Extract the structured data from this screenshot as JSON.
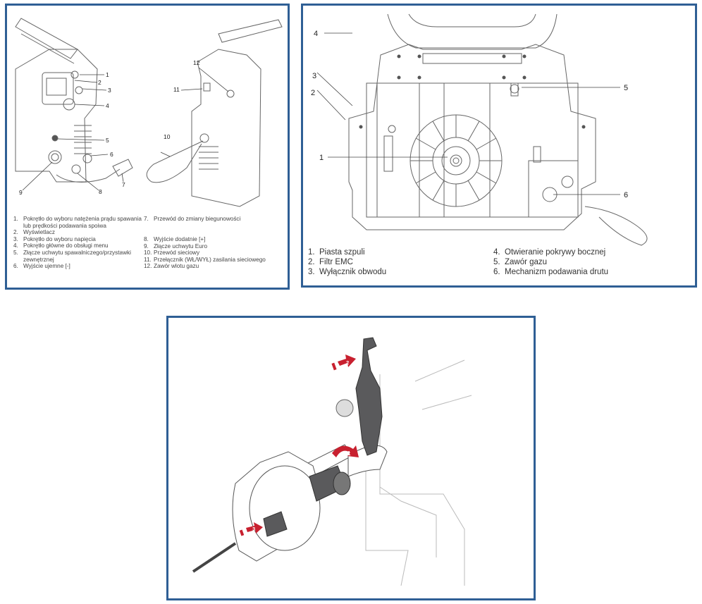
{
  "panel1": {
    "callouts": [
      "1",
      "2",
      "3",
      "4",
      "5",
      "6",
      "7",
      "8",
      "9",
      "10",
      "11",
      "12"
    ],
    "legend_left": [
      {
        "num": "1.",
        "text": "Pokrętło do wyboru natężenia prądu spawania lub prędkości podawania spoiwa"
      },
      {
        "num": "2.",
        "text": "Wyświetlacz"
      },
      {
        "num": "3.",
        "text": "Pokrętło do wyboru napięcia"
      },
      {
        "num": "4.",
        "text": "Pokrętło główne do obsługi menu"
      },
      {
        "num": "5.",
        "text": "Złącze uchwytu spawalniczego/przystawki zewnętrznej"
      },
      {
        "num": "6.",
        "text": "Wyjście ujemne [-]"
      }
    ],
    "legend_right": [
      {
        "num": "7.",
        "text": "Przewód do zmiany biegunowości"
      },
      {
        "num": "8.",
        "text": "Wyjście dodatnie [+]"
      },
      {
        "num": "9.",
        "text": "Złącze uchwytu Euro"
      },
      {
        "num": "10.",
        "text": "Przewód sieciowy"
      },
      {
        "num": "11.",
        "text": "Przełącznik (WŁ/WYŁ) zasilania sieciowego"
      },
      {
        "num": "12.",
        "text": "Zawór wlotu gazu"
      }
    ]
  },
  "panel2": {
    "callouts": [
      "1",
      "2",
      "3",
      "4",
      "5",
      "6"
    ],
    "legend_left": [
      {
        "num": "1.",
        "text": "Piasta szpuli"
      },
      {
        "num": "2.",
        "text": "Filtr EMC"
      },
      {
        "num": "3.",
        "text": "Wyłącznik obwodu"
      }
    ],
    "legend_right": [
      {
        "num": "4.",
        "text": "Otwieranie pokrywy bocznej"
      },
      {
        "num": "5.",
        "text": "Zawór gazu"
      },
      {
        "num": "6.",
        "text": "Mechanizm podawania drutu"
      }
    ]
  },
  "panel3": {
    "steps": [
      "1",
      "2",
      "3"
    ],
    "accent_color": "#c8202f"
  },
  "colors": {
    "border": "#2f5f95",
    "line": "#555555",
    "part_dark": "#5a5a5c"
  }
}
